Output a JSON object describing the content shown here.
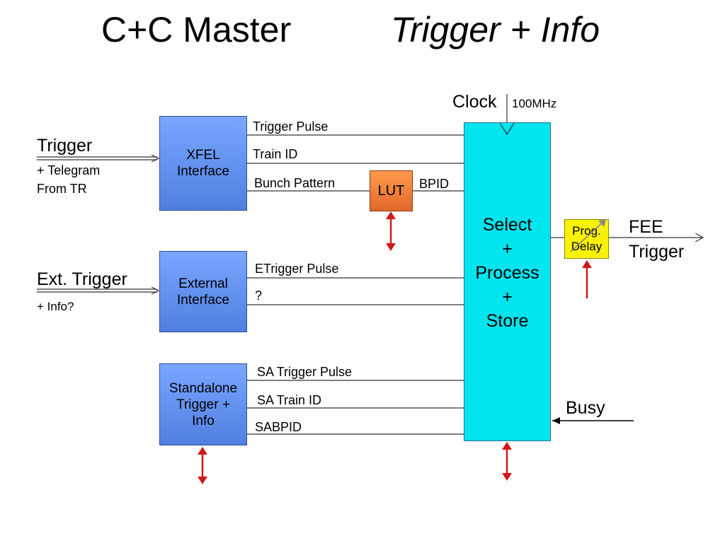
{
  "title": {
    "left": "C+C Master",
    "right": "Trigger + Info"
  },
  "blocks": {
    "xfel": "XFEL\nInterface",
    "external": "External\nInterface",
    "standalone": "Standalone\nTrigger +\nInfo",
    "lut": "LUT",
    "spps": "Select\n+\nProcess\n+\nStore",
    "prog_delay": "Prog.\nDelay"
  },
  "inputs": {
    "trigger": "Trigger",
    "trigger_sub1": "+ Telegram",
    "trigger_sub2": "From TR",
    "ext_trigger": "Ext. Trigger",
    "ext_sub": "+ Info?"
  },
  "signals": {
    "trigger_pulse": "Trigger Pulse",
    "train_id": "Train ID",
    "bunch_pattern": "Bunch Pattern",
    "bpid": "BPID",
    "etrigger_pulse": "ETrigger Pulse",
    "question": "?",
    "sa_trigger_pulse": "SA Trigger Pulse",
    "sa_train_id": "SA Train ID",
    "sabpid": "SABPID"
  },
  "clock": {
    "label": "Clock",
    "freq": "100MHz"
  },
  "outputs": {
    "fee": "FEE",
    "fee_trigger": "Trigger",
    "busy": "Busy"
  },
  "colors": {
    "arrow_red": "#d01818",
    "line": "#333333"
  }
}
